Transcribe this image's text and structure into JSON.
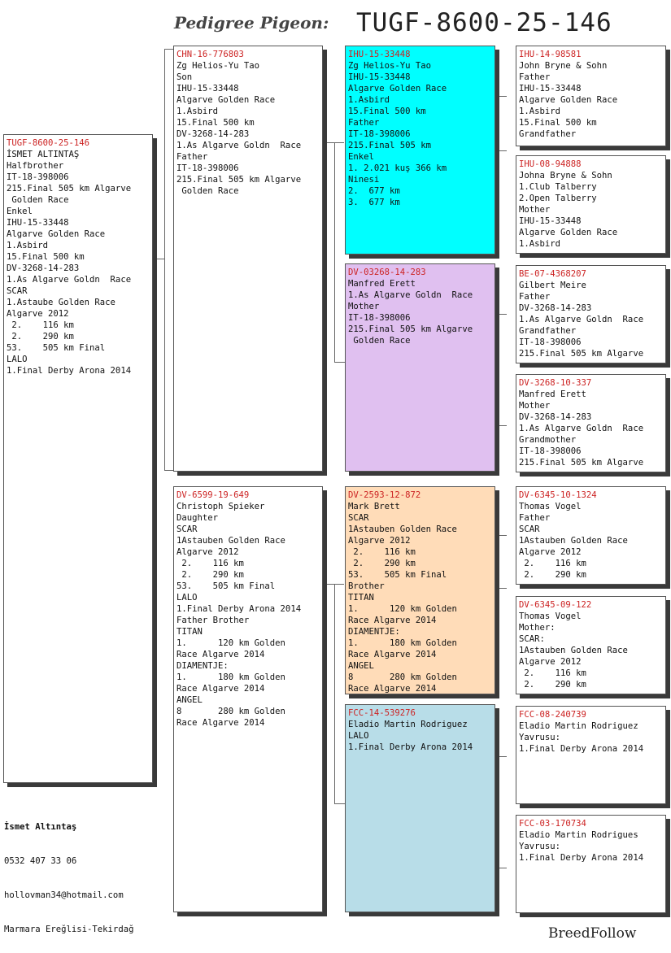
{
  "header": {
    "label": "Pedigree Pigeon:",
    "ring_number": "TUGF-8600-25-146"
  },
  "cards": {
    "main": {
      "ring": "TUGF-8600-25-146",
      "lines": [
        "İSMET ALTINTAŞ",
        "Halfbrother",
        "IT-18-398006",
        "215.Final 505 km Algarve",
        " Golden Race",
        "Enkel",
        "IHU-15-33448",
        "Algarve Golden Race",
        "1.Asbird",
        "15.Final 500 km",
        "DV-3268-14-283",
        "1.As Algarve Goldn  Race",
        "SCAR",
        "1.Astaube Golden Race",
        "Algarve 2012",
        " 2.    116 km",
        " 2.    290 km",
        "53.    505 km Final",
        "LALO",
        "1.Final Derby Arona 2014"
      ]
    },
    "sire": {
      "ring": "CHN-16-776803",
      "lines": [
        "Zg Helios-Yu Tao",
        "Son",
        "IHU-15-33448",
        "Algarve Golden Race",
        "1.Asbird",
        "15.Final 500 km",
        "DV-3268-14-283",
        "1.As Algarve Goldn  Race",
        "Father",
        "IT-18-398006",
        "215.Final 505 km Algarve",
        " Golden Race"
      ]
    },
    "dam": {
      "ring": "DV-6599-19-649",
      "lines": [
        "Christoph Spieker",
        "Daughter",
        "SCAR",
        "1Astauben Golden Race",
        "Algarve 2012",
        " 2.    116 km",
        " 2.    290 km",
        "53.    505 km Final",
        "LALO",
        "1.Final Derby Arona 2014",
        "Father Brother",
        "TITAN",
        "1.      120 km Golden",
        "Race Algarve 2014",
        "DIAMENTJE:",
        "1.      180 km Golden",
        "Race Algarve 2014",
        "ANGEL",
        "8       280 km Golden",
        "Race Algarve 2014"
      ]
    },
    "ss": {
      "ring": "IHU-15-33448",
      "lines": [
        "Zg Helios-Yu Tao",
        "IHU-15-33448",
        "Algarve Golden Race",
        "1.Asbird",
        "15.Final 500 km",
        "Father",
        "IT-18-398006",
        "215.Final 505 km",
        "Enkel",
        "1. 2.021 kuş 366 km",
        "Ninesi",
        "2.  677 km",
        "3.  677 km"
      ]
    },
    "sd": {
      "ring": "DV-03268-14-283",
      "lines": [
        "Manfred Erett",
        "1.As Algarve Goldn  Race",
        "Mother",
        "IT-18-398006",
        "215.Final 505 km Algarve",
        " Golden Race"
      ]
    },
    "ds": {
      "ring": "DV-2593-12-872",
      "lines": [
        "Mark Brett",
        "SCAR",
        "1Astauben Golden Race",
        "Algarve 2012",
        " 2.    116 km",
        " 2.    290 km",
        "53.    505 km Final",
        "Brother",
        "TITAN",
        "1.      120 km Golden",
        "Race Algarve 2014",
        "DIAMENTJE:",
        "1.      180 km Golden",
        "Race Algarve 2014",
        "ANGEL",
        "8       280 km Golden",
        "Race Algarve 2014"
      ]
    },
    "dd": {
      "ring": "FCC-14-539276",
      "lines": [
        "Eladio Martin Rodriguez",
        "LALO",
        "1.Final Derby Arona 2014"
      ]
    },
    "sss": {
      "ring": "IHU-14-98581",
      "lines": [
        "John Bryne & Sohn",
        "Father",
        "IHU-15-33448",
        "Algarve Golden Race",
        "1.Asbird",
        "15.Final 500 km",
        "Grandfather"
      ]
    },
    "ssd": {
      "ring": "IHU-08-94888",
      "lines": [
        "Johna Bryne & Sohn",
        "1.Club Talberry",
        "2.Open Talberry",
        "Mother",
        "IHU-15-33448",
        "Algarve Golden Race",
        "1.Asbird"
      ]
    },
    "sds": {
      "ring": "BE-07-4368207",
      "lines": [
        "Gilbert Meire",
        "Father",
        "DV-3268-14-283",
        "1.As Algarve Goldn  Race",
        "Grandfather",
        "IT-18-398006",
        "215.Final 505 km Algarve"
      ]
    },
    "sdd": {
      "ring": "DV-3268-10-337",
      "lines": [
        "Manfred Erett",
        "Mother",
        "DV-3268-14-283",
        "1.As Algarve Goldn  Race",
        "Grandmother",
        "IT-18-398006",
        "215.Final 505 km Algarve"
      ]
    },
    "dss": {
      "ring": "DV-6345-10-1324",
      "lines": [
        "Thomas Vogel",
        "Father",
        "SCAR",
        "1Astauben Golden Race",
        "Algarve 2012",
        " 2.    116 km",
        " 2.    290 km"
      ]
    },
    "dsd": {
      "ring": "DV-6345-09-122",
      "lines": [
        "Thomas Vogel",
        "Mother:",
        "SCAR:",
        "1Astauben Golden Race",
        "Algarve 2012",
        " 2.    116 km",
        " 2.    290 km"
      ]
    },
    "dds": {
      "ring": "FCC-08-240739",
      "lines": [
        "Eladio Martin Rodriguez",
        "Yavrusu:",
        "1.Final Derby Arona 2014"
      ]
    },
    "ddd": {
      "ring": "FCC-03-170734",
      "lines": [
        "Eladio Martin Rodrigues",
        "Yavrusu:",
        "1.Final Derby Arona 2014"
      ]
    }
  },
  "footer": {
    "owner": "İsmet Altıntaş",
    "phone": "0532 407 33 06",
    "email": "hollovman34@hotmail.com",
    "location": "Marmara Ereğlisi-Tekirdağ"
  },
  "brand": "BreedFollow",
  "colors": {
    "ring_text": "#cc2222",
    "ss_bg": "#00ffff",
    "sd_bg": "#e0c0f0",
    "ds_bg": "#ffdcb8",
    "dd_bg": "#b8dde8",
    "default_bg": "#ffffff"
  }
}
